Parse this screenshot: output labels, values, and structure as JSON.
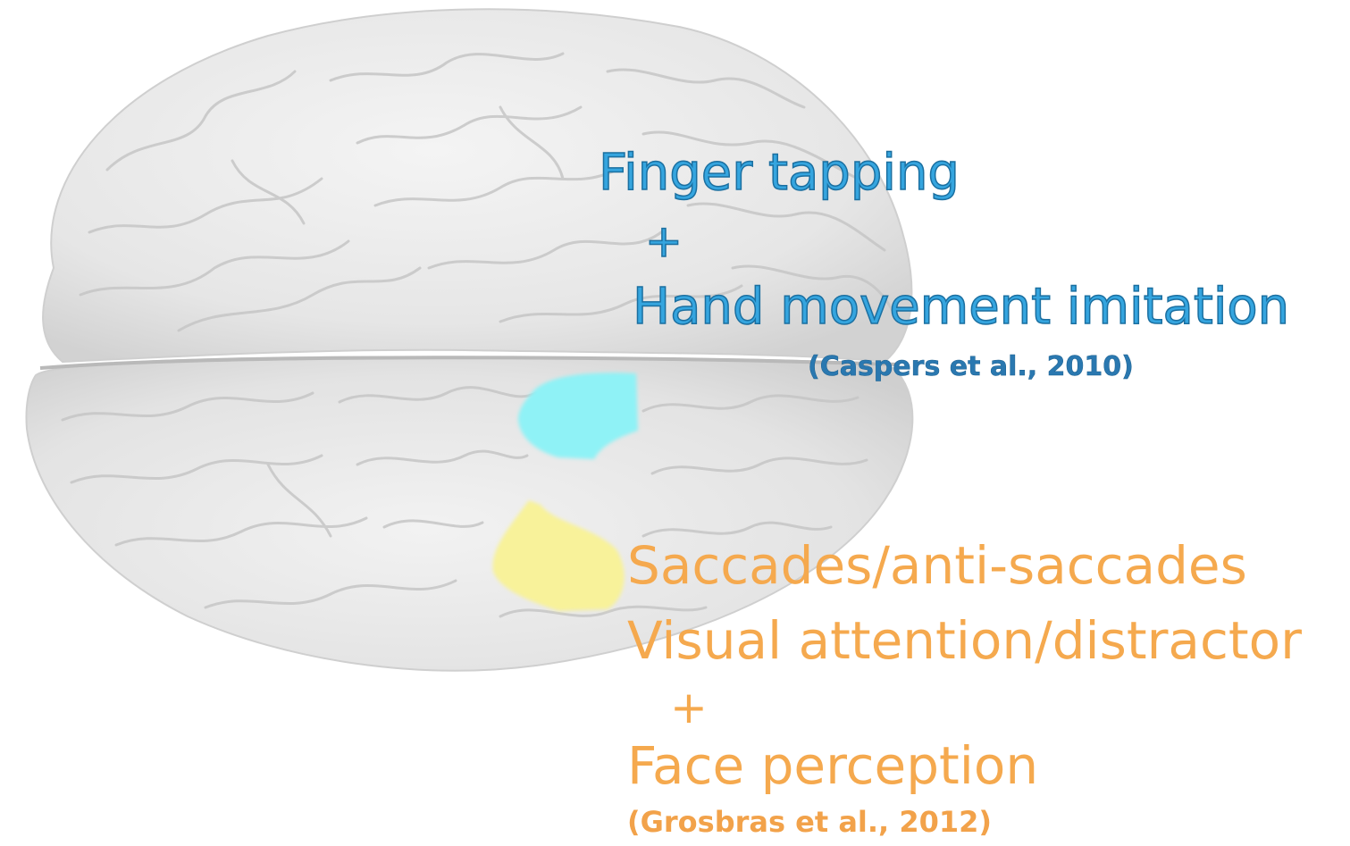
{
  "colors": {
    "brain_fill": "#ececec",
    "brain_shade": "#c9c9c9",
    "region_cyan": "#8ff2f6",
    "region_yellow": "#f8f29a",
    "blue_text": "#35a5df",
    "orange_text": "#f5a94e"
  },
  "blue_group": {
    "line1": "Finger tapping",
    "plus": "+",
    "line2": "Hand movement imitation",
    "citation": "(Caspers et al., 2010)"
  },
  "orange_group": {
    "line1": "Saccades/anti-saccades",
    "line2": "Visual attention/distractor",
    "plus": "+",
    "line3": "Face perception",
    "citation": "(Grosbras et al., 2012)"
  }
}
